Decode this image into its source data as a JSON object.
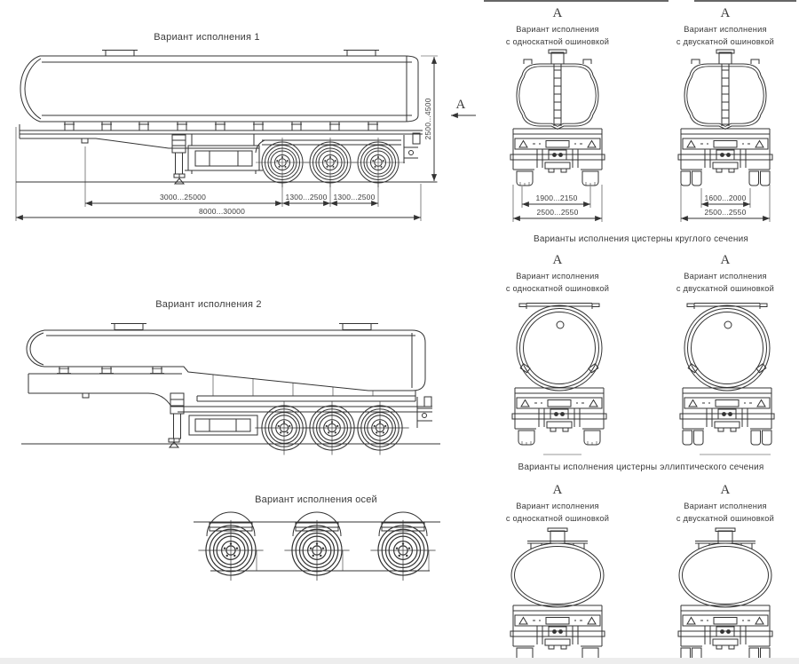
{
  "colors": {
    "line": "#333333",
    "text": "#3b3b3b",
    "background": "#ffffff",
    "footer_strip": "#ededed"
  },
  "side_views": {
    "variant1": {
      "title": "Вариант исполнения 1",
      "view_label": "А",
      "dim_kingpin_to_first_axle": "3000...25000",
      "dim_axle_spacing_front": "1300...2500",
      "dim_axle_spacing_rear": "1300...2500",
      "dim_overall_length": "8000...30000",
      "dim_overall_height": "2500...4500"
    },
    "variant2": {
      "title": "Вариант исполнения 2"
    },
    "axles": {
      "title": "Вариант исполнения осей"
    }
  },
  "rear_sections": {
    "suitcase": {
      "single": {
        "view_label": "А",
        "subtitle_line1": "Вариант исполнения",
        "subtitle_line2": "с односкатной ошиновкой",
        "dim_track": "1900...2150",
        "dim_overall_width": "2500...2550"
      },
      "dual": {
        "view_label": "А",
        "subtitle_line1": "Вариант исполнения",
        "subtitle_line2": "с двускатной ошиновкой",
        "dim_track": "1600...2000",
        "dim_overall_width": "2500...2550"
      }
    },
    "round": {
      "header": "Варианты исполнения цистерны круглого сечения",
      "single": {
        "view_label": "А",
        "subtitle_line1": "Вариант исполнения",
        "subtitle_line2": "с односкатной ошиновкой"
      },
      "dual": {
        "view_label": "А",
        "subtitle_line1": "Вариант исполнения",
        "subtitle_line2": "с двускатной ошиновкой"
      }
    },
    "elliptical": {
      "header": "Варианты исполнения цистерны эллиптического сечения",
      "single": {
        "view_label": "А",
        "subtitle_line1": "Вариант исполнения",
        "subtitle_line2": "с односкатной ошиновкой"
      },
      "dual": {
        "view_label": "А",
        "subtitle_line1": "Вариант исполнения",
        "subtitle_line2": "с двускатной ошиновкой"
      }
    }
  }
}
